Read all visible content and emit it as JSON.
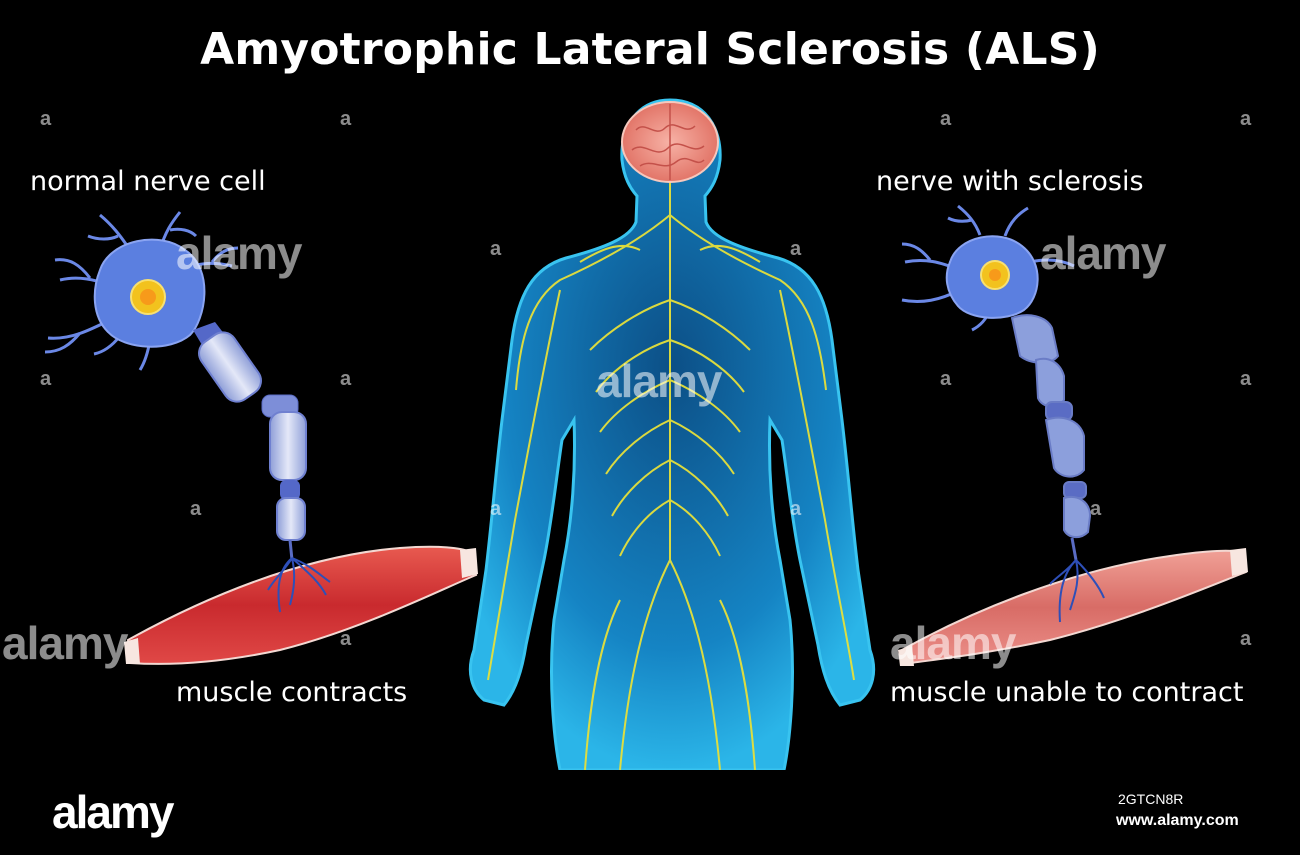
{
  "title": "Amyotrophic Lateral Sclerosis (ALS)",
  "labels": {
    "normal_nerve": "normal nerve cell",
    "muscle_contracts": "muscle contracts",
    "sclerosis_nerve": "nerve with sclerosis",
    "muscle_unable": "muscle unable to contract"
  },
  "watermark": {
    "text": "alamy",
    "small": "a"
  },
  "footer": {
    "logo": "alamy",
    "image_id": "2GTCN8R",
    "site": "www.alamy.com"
  },
  "colors": {
    "background": "#000000",
    "body_blue": "#1fa0d8",
    "nerves": "#e6e03a",
    "brain": "#f08c80",
    "neuron": "#5b7fe0",
    "muscle_healthy": "#d63a3a",
    "muscle_weak": "#e07a70"
  },
  "icons": [
    "neuron-icon",
    "muscle-icon",
    "human-body-icon",
    "brain-icon"
  ]
}
